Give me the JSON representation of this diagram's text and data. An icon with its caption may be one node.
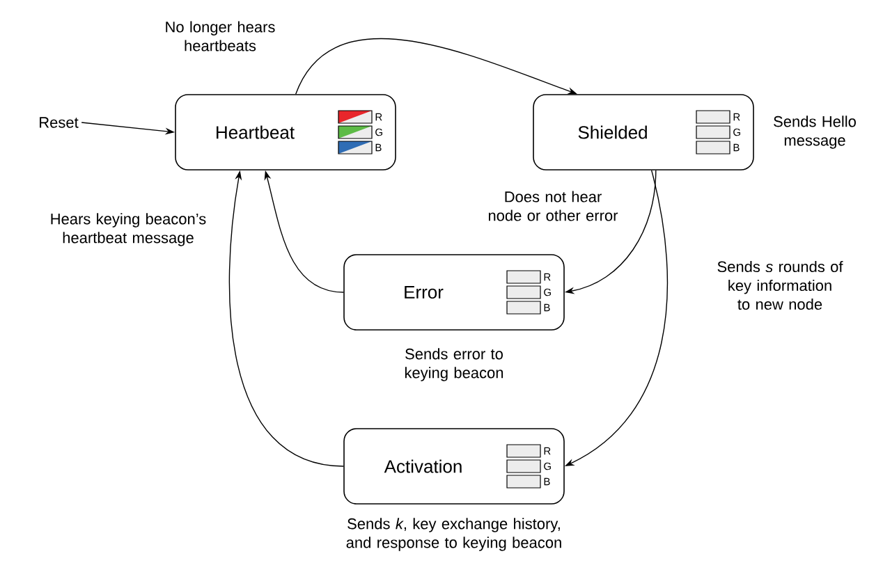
{
  "diagram": {
    "nodes": [
      {
        "text": [
          "Heartbeat",
          "R",
          "G",
          "B"
        ]
      },
      {
        "text": [
          "Shielded",
          "R",
          "G",
          "B"
        ],
        "beside": [
          "Sends Hello message"
        ]
      },
      {
        "text": [
          "Error",
          "R",
          "G",
          "B"
        ],
        "beside": [
          "Sends error to keying beacon"
        ]
      },
      {
        "text": [
          "Activation",
          "R",
          "G",
          "B"
        ],
        "beside": [
          "Sends *k*, key exchange history, and response to keying beacon"
        ]
      },
      {
        "text": [
          "Reset"
        ]
      }
    ],
    "edges": [
      {
        "from": 0,
        "to": 1,
        "arrow": "to",
        "label": "No longer hears heartbeats"
      },
      {
        "from": 1,
        "to": 2,
        "arrow": "to",
        "label": "Does not hear node or other error"
      },
      {
        "from": 1,
        "to": 3,
        "arrow": "to",
        "label": "Sends *s* rounds of key information to new node"
      },
      {
        "from": 2,
        "to": 0,
        "arrow": "to"
      },
      {
        "from": 3,
        "to": 0,
        "arrow": "to",
        "label": "Hears keying beacon’s heartbeat message"
      },
      {
        "from": 4,
        "to": 0,
        "arrow": "to"
      }
    ]
  }
}
